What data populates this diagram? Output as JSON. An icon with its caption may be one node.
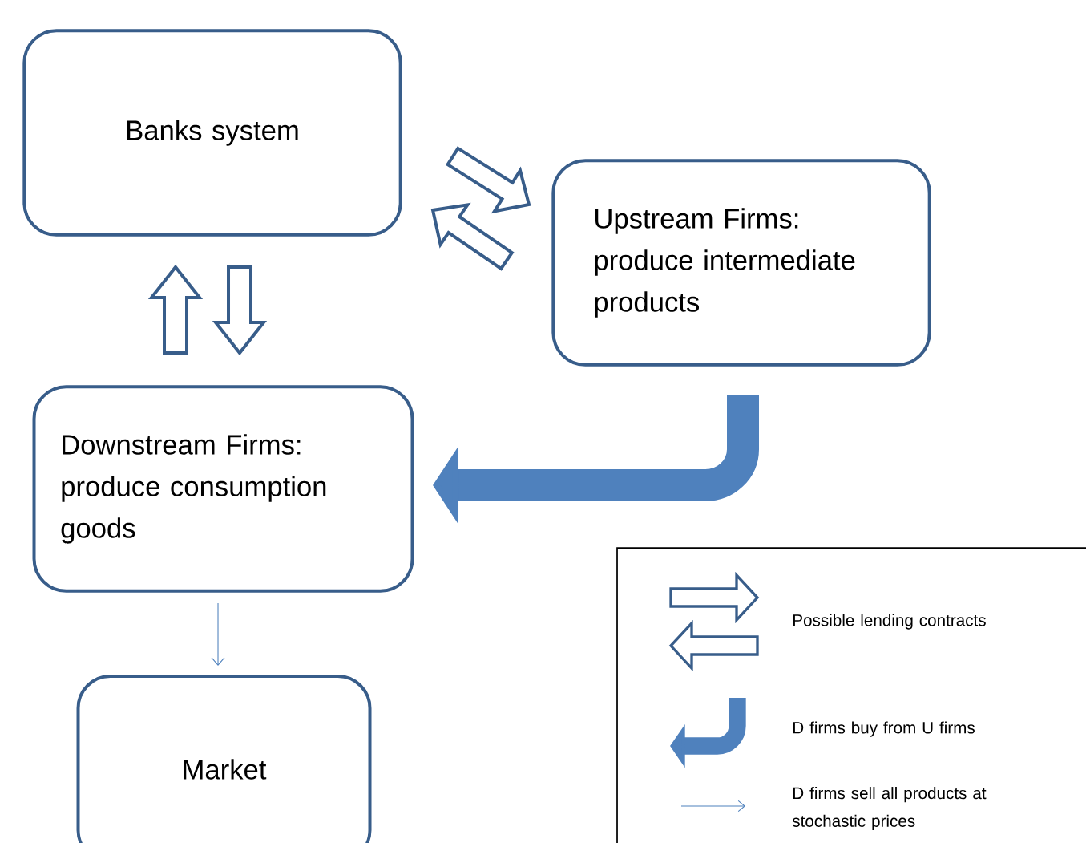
{
  "diagram": {
    "nodes": [
      {
        "text": [
          "Banks system"
        ]
      },
      {
        "text": [
          "Upstream Firms: produce intermediate products"
        ]
      },
      {
        "text": [
          "Downstream Firms: produce consumption goods"
        ]
      },
      {
        "text": [
          "Market"
        ]
      }
    ],
    "edges": [
      {
        "from": 0,
        "to": 1,
        "arrow": "to",
        "style": "thick"
      },
      {
        "from": 1,
        "to": 0,
        "arrow": "to",
        "style": "thick"
      },
      {
        "from": 2,
        "to": 0,
        "arrow": "to",
        "style": "thick"
      },
      {
        "from": 0,
        "to": 2,
        "arrow": "to",
        "style": "thick"
      },
      {
        "from": 1,
        "to": 2,
        "arrow": "to",
        "style": "thick",
        "color": "#4f81bd"
      },
      {
        "from": 2,
        "to": 3,
        "arrow": "to",
        "color": "#4f81bd"
      }
    ],
    "legend": [
      {
        "text": "Possible lending contracts"
      },
      {
        "text": "D firms buy from U firms"
      },
      {
        "text": "D firms sell all products at stochastic prices"
      }
    ]
  }
}
